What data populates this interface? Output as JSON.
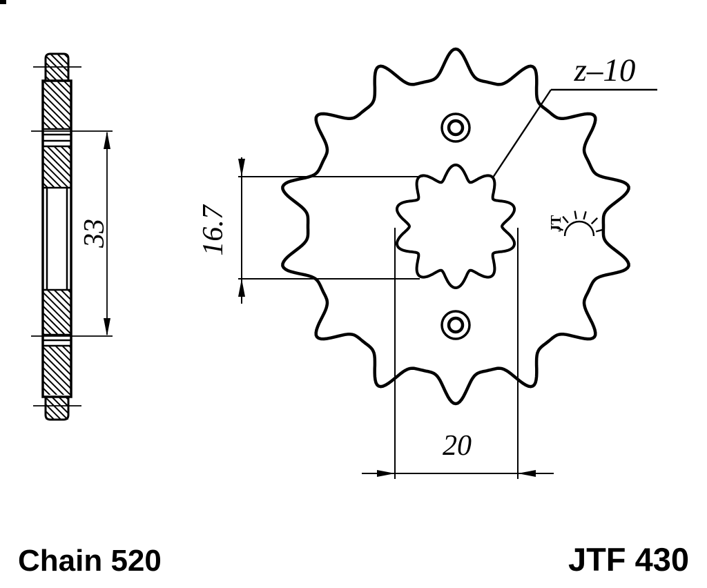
{
  "drawing": {
    "dimensions": {
      "stack_height": "33",
      "spline_diameter": "16.7",
      "hub_width": "20",
      "teeth_label": "z–10"
    },
    "logo": {
      "text": "JT"
    },
    "footer": {
      "chain_label": "Chain 520",
      "part_number": "JTF 430"
    },
    "colors": {
      "ink": "#000000",
      "dim_text_gray": "#6a6a6a",
      "background": "#ffffff"
    }
  }
}
